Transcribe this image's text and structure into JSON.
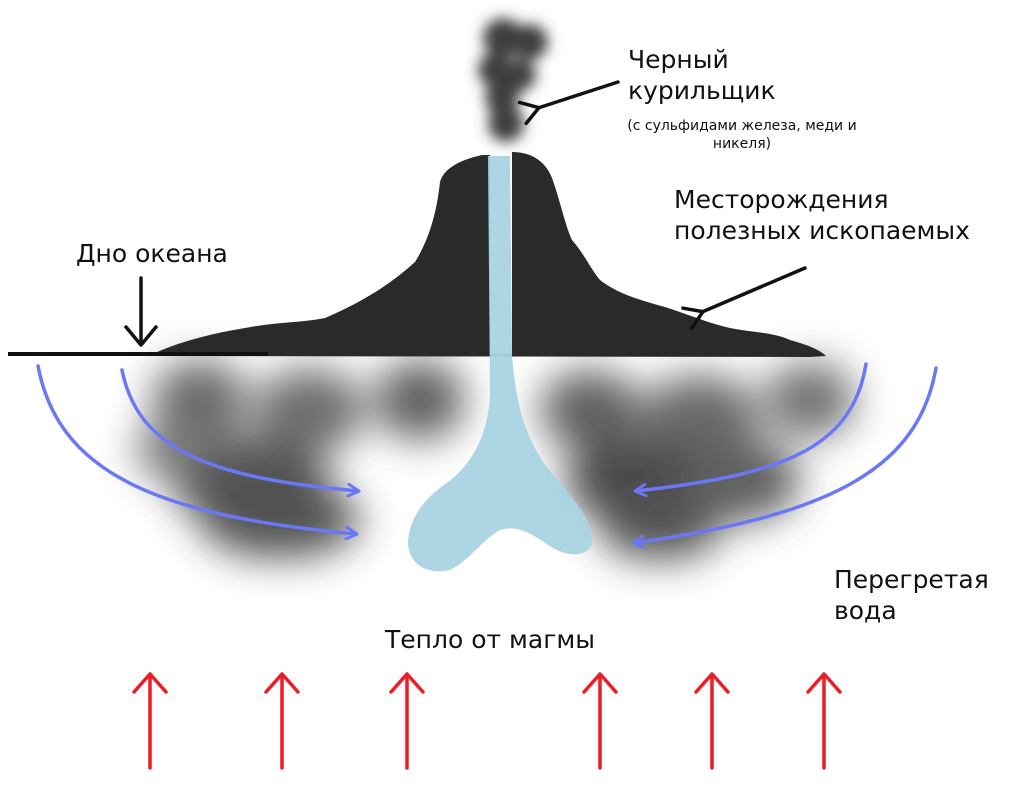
{
  "labels": {
    "black_smoker": {
      "line1": "Черный",
      "line2": "курильщик",
      "note_line1": "(с сульфидами железа, меди и",
      "note_line2": "никеля)"
    },
    "deposits": {
      "line1": "Месторождения",
      "line2": "полезных ископаемых"
    },
    "ocean_floor": "Дно океана",
    "superheated_water": {
      "line1": "Перегретая",
      "line2": "вода"
    },
    "magma_heat": "Тепло от магмы"
  },
  "colors": {
    "mound": "#2a2a2a",
    "vent_water": "#a9d3e1",
    "flow_arrows": "#6b78f5",
    "heat_arrows": "#ee1c25",
    "smoke": "#3c3c3c",
    "ink": "#111111"
  },
  "heat_arrow_count": 6
}
